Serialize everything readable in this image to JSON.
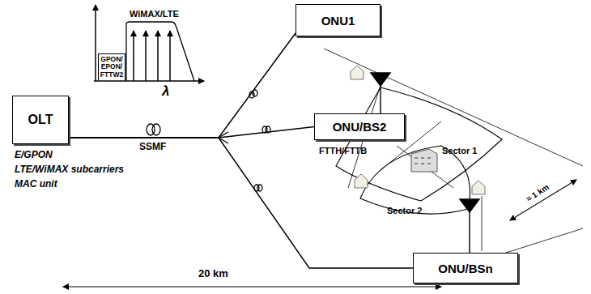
{
  "diagram": {
    "nodes": [
      {
        "text": [
          "OLT"
        ]
      },
      {
        "text": [
          "GPON/ EPON/ FTTW2"
        ]
      },
      {
        "text": [
          "ONU1"
        ]
      },
      {
        "text": [
          "ONU/BS2"
        ]
      },
      {
        "text": [
          "ONU/BSn"
        ]
      }
    ],
    "edges": [
      {
        "from": 0,
        "to": 2,
        "arrow": "none"
      },
      {
        "from": 0,
        "to": 3,
        "arrow": "none"
      },
      {
        "from": 0,
        "to": 4,
        "arrow": "none"
      }
    ],
    "labels": [
      "E/GPON",
      "LTE/WiMAX subcarriers",
      "MAC unit",
      "WiMAX/LTE",
      "λ",
      "SSMF",
      "FTTH/FTTB",
      "Sector 1",
      "Sector 2",
      "≈ 1 km",
      "20 km"
    ]
  }
}
